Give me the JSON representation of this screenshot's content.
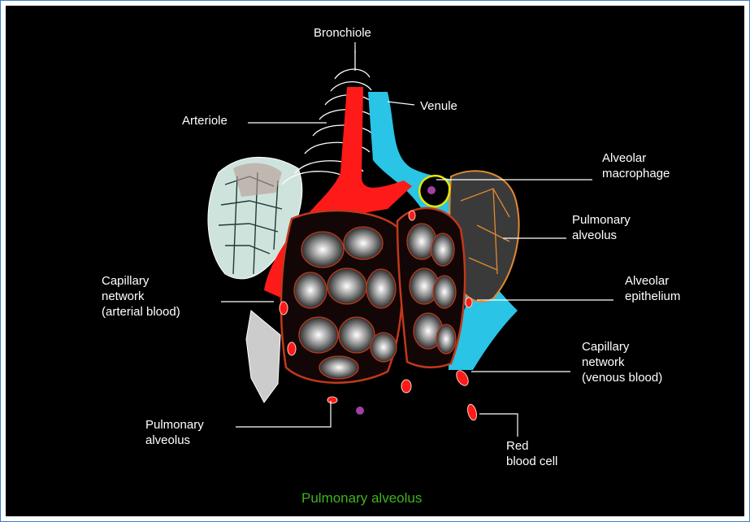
{
  "labels": {
    "bronchiole": "Bronchiole",
    "venule": "Venule",
    "arteriole": "Arteriole",
    "alveolar_macrophage": [
      "Alveolar",
      "macrophage"
    ],
    "pulmonary_alveolus_right": [
      "Pulmonary",
      "alveolus"
    ],
    "alveolar_epithelium": [
      "Alveolar",
      "epithelium"
    ],
    "capillary_arterial": [
      "Capillary",
      "network",
      "(arterial blood)"
    ],
    "capillary_venous": [
      "Capillary",
      "network",
      "(venous blood)"
    ],
    "pulmonary_alveolus_bottom": [
      "Pulmonary",
      "alveolus"
    ],
    "red_blood_cell": [
      "Red",
      "blood cell"
    ]
  },
  "caption": "Pulmonary alveolus",
  "colors": {
    "background": "#000000",
    "frame": "#3b7fc4",
    "arterial": "#ff1a1a",
    "venous": "#29c4e6",
    "capillary_outline": "#c0391b",
    "macrophage": "#e6e600",
    "macrophage_nucleus": "#a040a0",
    "caption": "#3fb21f"
  }
}
